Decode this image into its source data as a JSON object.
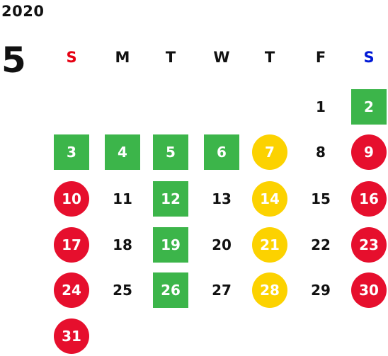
{
  "calendar": {
    "year": "2020",
    "month": "5",
    "weekday_headers": [
      {
        "label": "S",
        "color": "#e60012"
      },
      {
        "label": "M",
        "color": "#111111"
      },
      {
        "label": "T",
        "color": "#111111"
      },
      {
        "label": "W",
        "color": "#111111"
      },
      {
        "label": "T",
        "color": "#111111"
      },
      {
        "label": "F",
        "color": "#111111"
      },
      {
        "label": "S",
        "color": "#0019d6"
      }
    ],
    "first_weekday_index": 5,
    "legend_colors": {
      "green": "#3cb54a",
      "red": "#e60f2d",
      "yellow": "#fcd200"
    },
    "days": [
      {
        "day": "1",
        "marker": "none"
      },
      {
        "day": "2",
        "marker": "green"
      },
      {
        "day": "3",
        "marker": "green"
      },
      {
        "day": "4",
        "marker": "green"
      },
      {
        "day": "5",
        "marker": "green"
      },
      {
        "day": "6",
        "marker": "green"
      },
      {
        "day": "7",
        "marker": "yellow"
      },
      {
        "day": "8",
        "marker": "none"
      },
      {
        "day": "9",
        "marker": "red"
      },
      {
        "day": "10",
        "marker": "red"
      },
      {
        "day": "11",
        "marker": "none"
      },
      {
        "day": "12",
        "marker": "green"
      },
      {
        "day": "13",
        "marker": "none"
      },
      {
        "day": "14",
        "marker": "yellow"
      },
      {
        "day": "15",
        "marker": "none"
      },
      {
        "day": "16",
        "marker": "red"
      },
      {
        "day": "17",
        "marker": "red"
      },
      {
        "day": "18",
        "marker": "none"
      },
      {
        "day": "19",
        "marker": "green"
      },
      {
        "day": "20",
        "marker": "none"
      },
      {
        "day": "21",
        "marker": "yellow"
      },
      {
        "day": "22",
        "marker": "none"
      },
      {
        "day": "23",
        "marker": "red"
      },
      {
        "day": "24",
        "marker": "red"
      },
      {
        "day": "25",
        "marker": "none"
      },
      {
        "day": "26",
        "marker": "green"
      },
      {
        "day": "27",
        "marker": "none"
      },
      {
        "day": "28",
        "marker": "yellow"
      },
      {
        "day": "29",
        "marker": "none"
      },
      {
        "day": "30",
        "marker": "red"
      },
      {
        "day": "31",
        "marker": "red"
      }
    ]
  }
}
